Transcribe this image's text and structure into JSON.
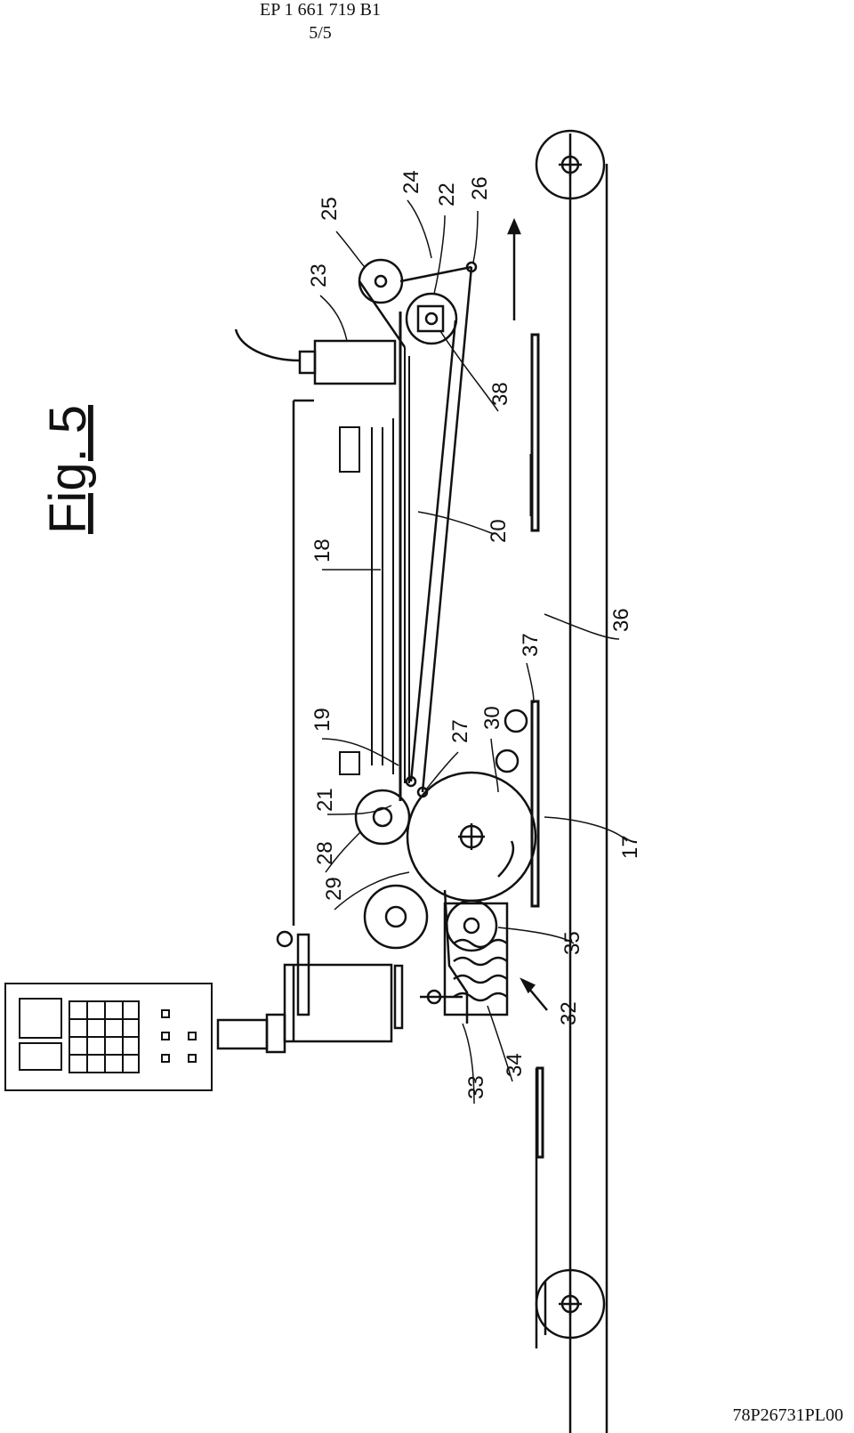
{
  "header": {
    "publication": "EP 1 661 719 B1",
    "page": "5/5"
  },
  "figure": {
    "title": "Fig. 5",
    "labels": [
      "17",
      "18",
      "19",
      "20",
      "21",
      "22",
      "23",
      "24",
      "25",
      "26",
      "27",
      "28",
      "29",
      "30",
      "32",
      "33",
      "34",
      "35",
      "36",
      "37",
      "38"
    ]
  },
  "footer": {
    "code": "78P26731PL00"
  }
}
